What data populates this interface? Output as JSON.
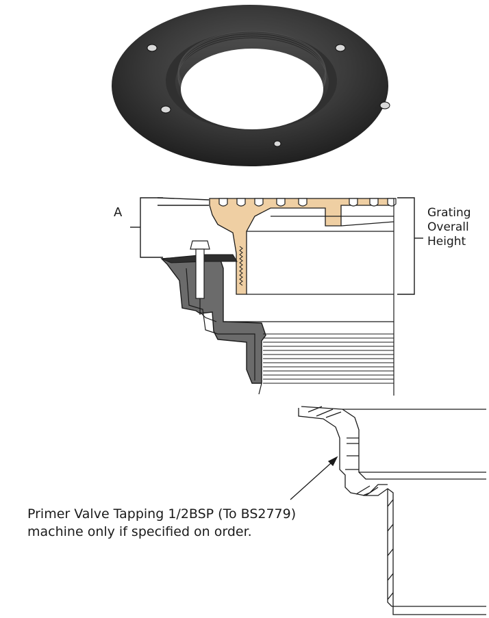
{
  "section_diagram": {
    "dimension_a_label": "A",
    "grating_label_lines": [
      "Grating",
      "Overall",
      "Height"
    ]
  },
  "detail_diagram": {
    "primer_note_line1": "Primer Valve Tapping 1/2BSP (To BS2779)",
    "primer_note_line2": "machine only if specified on order."
  },
  "colors": {
    "flange_dark": "#2e2e2e",
    "flange_body": "#6b6b6b",
    "grating_tan": "#efcfa3",
    "line": "#1a1a1a"
  }
}
